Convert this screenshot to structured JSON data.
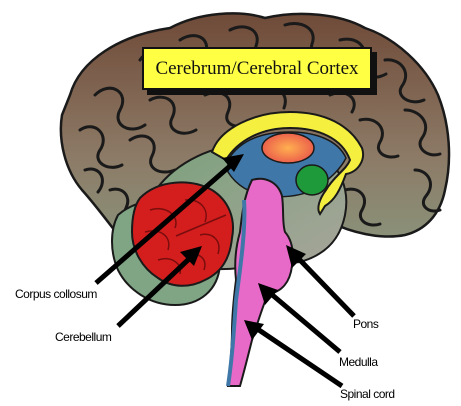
{
  "title": "Cerebrum/Cerebral Cortex",
  "labels": {
    "corpus_callosum": "Corpus collosum",
    "cerebellum": "Cerebellum",
    "pons": "Pons",
    "medulla": "Medulla",
    "spinal_cord": "Spinal cord"
  },
  "colors": {
    "cortex": "#8c7a66",
    "corpus_callosum": "#f5f040",
    "cerebellum": "#d41d1d",
    "brainstem": "#e86ac8",
    "ventricle": "#3f78a8",
    "thalamus": "#f07a3c",
    "hypothalamus_node": "#1f9a3a",
    "title_bg": "#ffff44"
  }
}
